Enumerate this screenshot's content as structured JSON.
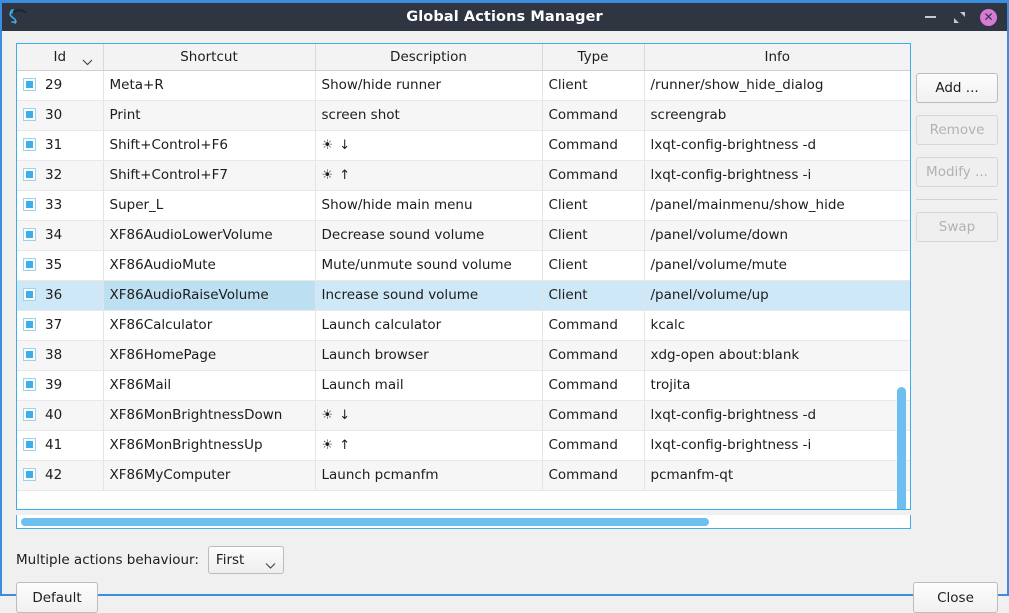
{
  "window": {
    "title": "Global Actions Manager",
    "icon": "app-icon",
    "controls": {
      "minimize": "minimize-icon",
      "maximize": "maximize-icon",
      "close": "close-icon"
    }
  },
  "table": {
    "columns": [
      "Id",
      "Shortcut",
      "Description",
      "Type",
      "Info"
    ],
    "sort_column": "Id",
    "sort_icon": "chevron-down-icon",
    "selected_id": "36",
    "rows": [
      {
        "id": "29",
        "shortcut": "Meta+R",
        "description": "Show/hide runner",
        "type": "Client",
        "info": "/runner/show_hide_dialog",
        "checked": true,
        "alt": false,
        "selected": false,
        "clipped": true
      },
      {
        "id": "30",
        "shortcut": "Print",
        "description": "screen shot",
        "type": "Command",
        "info": "screengrab",
        "checked": true,
        "alt": true,
        "selected": false,
        "clipped": false
      },
      {
        "id": "31",
        "shortcut": "Shift+Control+F6",
        "description": "☀ ↓",
        "type": "Command",
        "info": "lxqt-config-brightness -d",
        "checked": true,
        "alt": false,
        "selected": false,
        "clipped": false
      },
      {
        "id": "32",
        "shortcut": "Shift+Control+F7",
        "description": "☀ ↑",
        "type": "Command",
        "info": "lxqt-config-brightness -i",
        "checked": true,
        "alt": true,
        "selected": false,
        "clipped": false
      },
      {
        "id": "33",
        "shortcut": "Super_L",
        "description": "Show/hide main menu",
        "type": "Client",
        "info": "/panel/mainmenu/show_hide",
        "checked": true,
        "alt": false,
        "selected": false,
        "clipped": false
      },
      {
        "id": "34",
        "shortcut": "XF86AudioLowerVolume",
        "description": "Decrease sound volume",
        "type": "Client",
        "info": "/panel/volume/down",
        "checked": true,
        "alt": true,
        "selected": false,
        "clipped": false
      },
      {
        "id": "35",
        "shortcut": "XF86AudioMute",
        "description": "Mute/unmute sound volume",
        "type": "Client",
        "info": "/panel/volume/mute",
        "checked": true,
        "alt": false,
        "selected": false,
        "clipped": false
      },
      {
        "id": "36",
        "shortcut": "XF86AudioRaiseVolume",
        "description": "Increase sound volume",
        "type": "Client",
        "info": "/panel/volume/up",
        "checked": true,
        "alt": true,
        "selected": true,
        "clipped": false
      },
      {
        "id": "37",
        "shortcut": "XF86Calculator",
        "description": "Launch calculator",
        "type": "Command",
        "info": "kcalc",
        "checked": true,
        "alt": false,
        "selected": false,
        "clipped": false
      },
      {
        "id": "38",
        "shortcut": "XF86HomePage",
        "description": "Launch browser",
        "type": "Command",
        "info": "xdg-open about:blank",
        "checked": true,
        "alt": true,
        "selected": false,
        "clipped": false
      },
      {
        "id": "39",
        "shortcut": "XF86Mail",
        "description": "Launch mail",
        "type": "Command",
        "info": "trojita",
        "checked": true,
        "alt": false,
        "selected": false,
        "clipped": false
      },
      {
        "id": "40",
        "shortcut": "XF86MonBrightnessDown",
        "description": "☀ ↓",
        "type": "Command",
        "info": "lxqt-config-brightness -d",
        "checked": true,
        "alt": true,
        "selected": false,
        "clipped": false
      },
      {
        "id": "41",
        "shortcut": "XF86MonBrightnessUp",
        "description": "☀ ↑",
        "type": "Command",
        "info": "lxqt-config-brightness -i",
        "checked": true,
        "alt": false,
        "selected": false,
        "clipped": false
      },
      {
        "id": "42",
        "shortcut": "XF86MyComputer",
        "description": "Launch pcmanfm",
        "type": "Command",
        "info": "pcmanfm-qt",
        "checked": true,
        "alt": true,
        "selected": false,
        "clipped": false
      }
    ]
  },
  "side_buttons": [
    {
      "label": "Add ...",
      "enabled": true
    },
    {
      "label": "Remove",
      "enabled": false
    },
    {
      "label": "Modify ...",
      "enabled": false
    },
    {
      "label": "Swap",
      "enabled": false
    }
  ],
  "behaviour": {
    "label": "Multiple actions behaviour:",
    "value": "First",
    "chevron": "chevron-down-icon"
  },
  "footer": {
    "default_label": "Default",
    "close_label": "Close"
  },
  "colors": {
    "titlebar": "#2f3541",
    "accent": "#3daee9",
    "window_border": "#3c8ddd",
    "selection": "#cfe8f7",
    "scrollbar": "#6cbfee",
    "close_button": "#d67ad6"
  }
}
